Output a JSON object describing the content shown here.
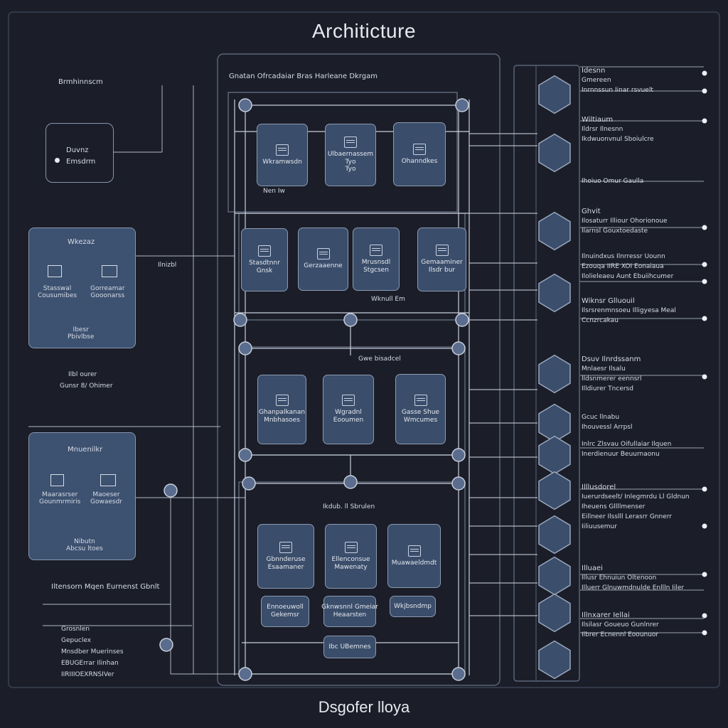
{
  "header": {
    "title": "Architicture"
  },
  "footer": {
    "label": "Dsgofer lloya"
  },
  "main": {
    "heading": "Gnatan Ofrcadaiar Bras Harleane Dkrgam",
    "section_mid": "Gwe bisadcel",
    "section_bottom": "Ikdub. ll Sbrulen",
    "note_top": "Nen Iw",
    "note_mid": "Wknull Em"
  },
  "left": {
    "top_label": "Brmhinnscm",
    "device": {
      "line1": "Duvnz",
      "line2": "Emsdrm"
    },
    "panel_a": {
      "title": "Wkezaz",
      "item1": "Stasswal\nCousumibes",
      "item2": "Gorreamar\nGooonarss",
      "footer": "Ibesr\nPbivlbse"
    },
    "mid_label": "Ilnizbl",
    "side_note": {
      "line1": "Ilbl ourer",
      "line2": "Gunsr 8/ Ohimer"
    },
    "panel_b": {
      "title": "Mnuenilkr",
      "item1": "Maarasrser\nGounmrmiris",
      "item2": "Maoeser\nGowaesdr",
      "footer": "Nibutn\nAbcsu ltoes"
    },
    "bottom_label": "Iltensorn Mqen Eurnenst  Gbnlt",
    "legend": [
      "Grosnlen",
      "Gepuclex",
      "Mnsdber Muerinses",
      "EBUGErrar Ilinhan",
      "IIRIIIOEXRNSIVer"
    ]
  },
  "cards_top": [
    "Wkramwsdn",
    "Ulbaernassem\nTyo\nTyo",
    "Ohanndkes"
  ],
  "cards_row2": [
    "Stasdtnnr\nGnsk",
    "Gerzaaenne",
    "Mrusnsdl\nStgcsen",
    "Gemaaminer\nIlsdr bur"
  ],
  "cards_mid": [
    "Ghanpalkanan\nMnbhasoes",
    "Wgradnl\nEooumen",
    "Gasse Shue\nWmcumes"
  ],
  "cards_bottom": [
    "Gbnnderuse\nEsaamaner",
    "Ellenconsue\nMawenaty",
    "Muawaeldmdt"
  ],
  "cards_small": [
    "Ennoeuwoll\nGekemsr",
    "Gknwsnnl Gmeiar\nHeaarsten",
    "Wkjbsndmp",
    "Ibc UBemnes"
  ],
  "right": [
    {
      "title": "Idesnn",
      "lines": [
        "Gmereen",
        "Inrnnssun Iinar rsvuelt"
      ]
    },
    {
      "title": "Wiltiaum",
      "lines": [
        "Ildrsr Ilnesnn",
        "Ikdwuonvnul Sboiulcre"
      ]
    },
    {
      "title": "",
      "lines": [
        "Ihoiuo Omur Gaulla"
      ]
    },
    {
      "title": "Ghvit",
      "lines": [
        "Ilosaturr Illiour Ohorionoue",
        "Ilarnsl Gouxtoedaste"
      ]
    },
    {
      "title": "",
      "lines": [
        "Ilnuindxus Ilnrressr Uounn",
        "Ezouqa IIRE XOI Eonaiaua",
        "Ilolieleaeu Aunt Ebuiihcumer"
      ]
    },
    {
      "title": "Wiknsr Glluouil",
      "lines": [
        "Ilsrsrenmnsoeu Illigyesa Meal",
        "Ccnzrcakau"
      ]
    },
    {
      "title": "Dsuv Ilnrdssanm",
      "lines": [
        "Mnlaesr Ilsalu",
        "Ildsnmerer eennsrl",
        "Illdiurer Tncersd"
      ]
    },
    {
      "title": "",
      "lines": [
        "Gcuc llnabu",
        "Ihouvessl Arrpsl"
      ]
    },
    {
      "title": "",
      "lines": [
        "Inlrc Zlsvau Oifullaiar Ilquen",
        "Inerdienuur Beuurnaonu"
      ]
    },
    {
      "title": "Illlusdorel",
      "lines": [
        "Iuerurdseelt/ Inlegmrdu Ll Gldnun",
        "Iheuens Gllllmenser",
        "Eillneer Ilsslll Lerasrr Gnnerr",
        "Iiliuusemur"
      ]
    },
    {
      "title": "Illuaei",
      "lines": [
        "Illusr Ehnuiun Oltenoon",
        "Illuerr Glnuwmdnulde Enllln Iiler"
      ]
    },
    {
      "title": "Illnxarer Iellai",
      "lines": [
        "Ilsilasr Goueuo Gunlnrer",
        "Ilbrer Ecnennl Eoounuor"
      ]
    }
  ],
  "colors": {
    "background": "#1b1e29",
    "panel": "#3d5170",
    "card": "#3a4d6a",
    "line": "#c8cfdb",
    "node": "#5a6d8e"
  }
}
